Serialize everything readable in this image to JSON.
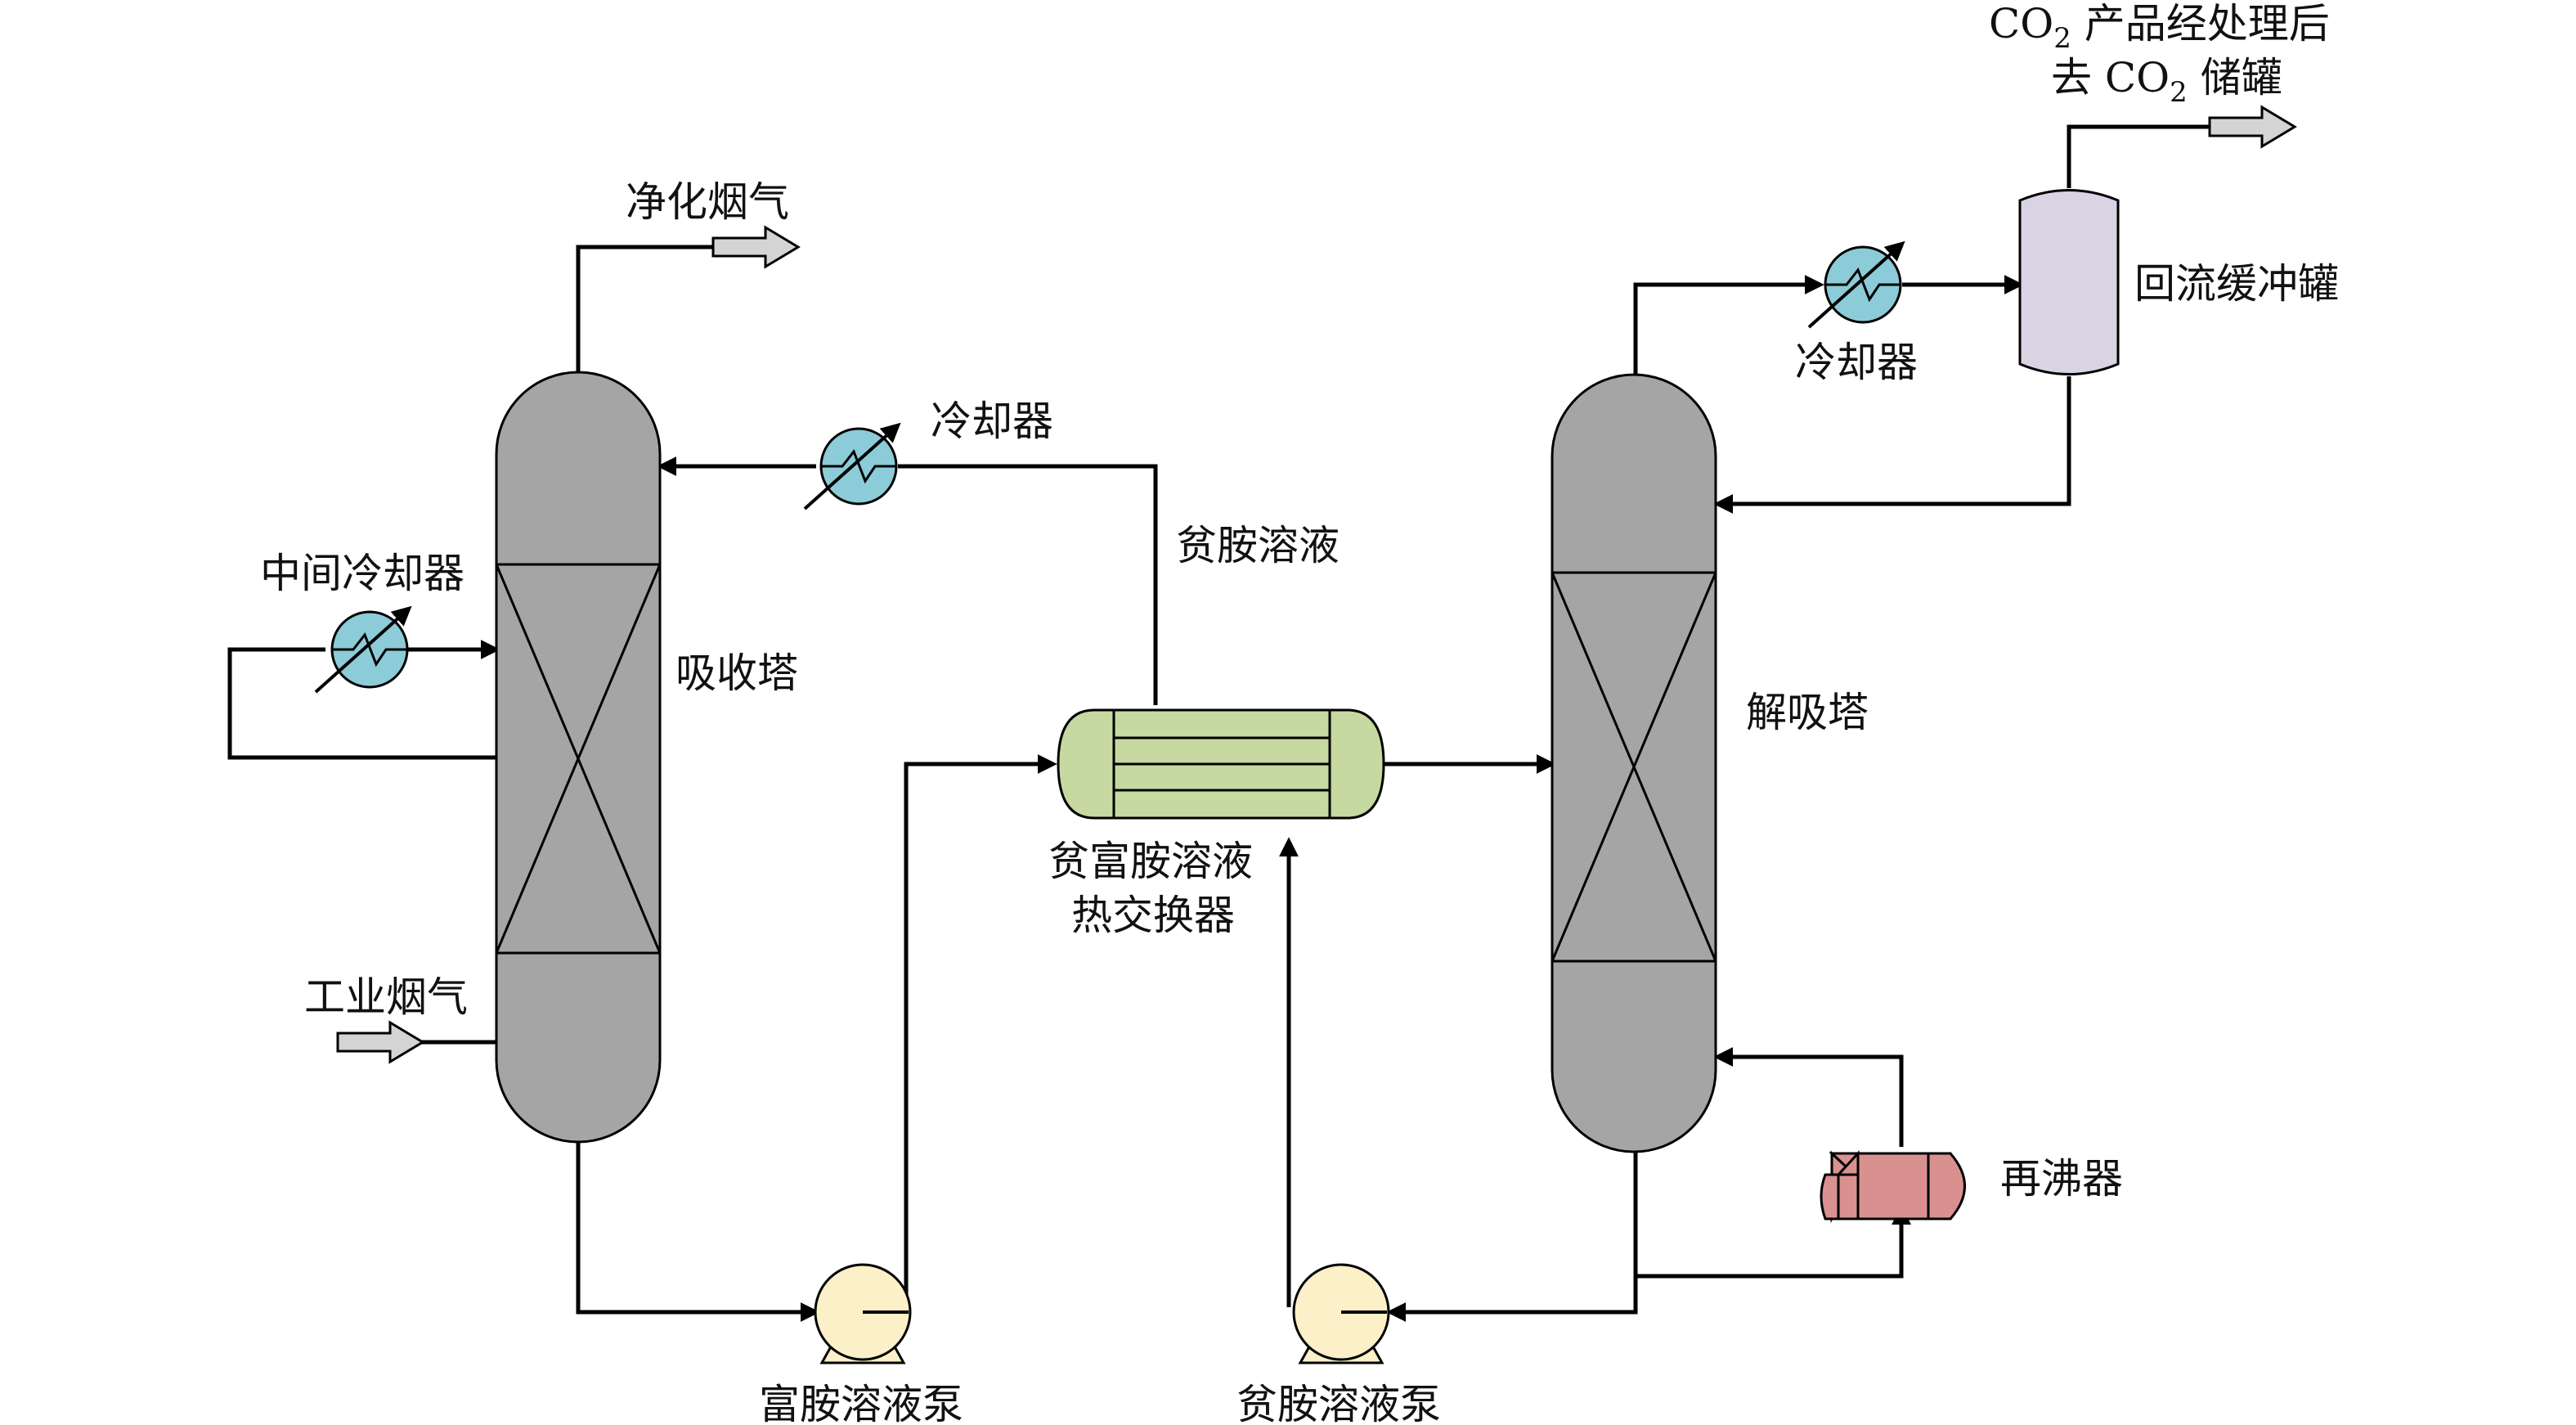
{
  "colors": {
    "column_fill": "#a5a5a5",
    "heat_exchanger_fill": "#c5d9a1",
    "cooler_fill": "#8ccbd8",
    "pump_fill": "#fbf0c8",
    "reboiler_fill": "#d99190",
    "reflux_drum_fill": "#d9d3e4",
    "arrow_fill": "#d4d4d4",
    "line_color": "#000000"
  },
  "labels": {
    "clean_flue_gas": "净化烟气",
    "absorber": "吸收塔",
    "intercooler": "中间冷却器",
    "industrial_flue_gas": "工业烟气",
    "cooler_lean": "冷却器",
    "lean_amine": "贫胺溶液",
    "heat_exchanger_line1": "贫富胺溶液",
    "heat_exchanger_line2": "热交换器",
    "rich_pump": "富胺溶液泵",
    "lean_pump": "贫胺溶液泵",
    "stripper": "解吸塔",
    "cooler_top": "冷却器",
    "reflux_drum": "回流缓冲罐",
    "reboiler": "再沸器",
    "co2_line1_pre": "CO",
    "co2_line1_sub": "2",
    "co2_line1_post": " 产品经处理后",
    "co2_line2_pre": "去 CO",
    "co2_line2_sub": "2",
    "co2_line2_post": " 储罐"
  }
}
